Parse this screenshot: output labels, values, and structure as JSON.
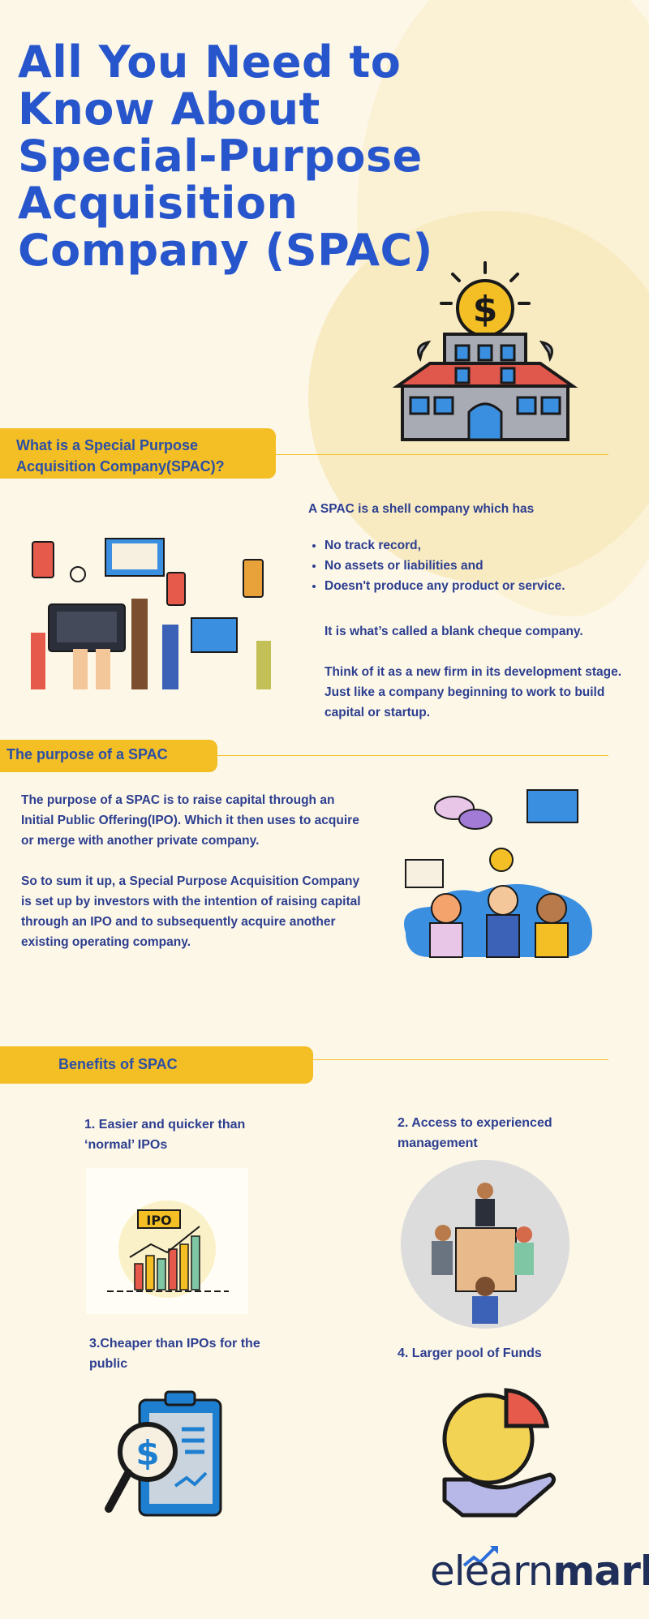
{
  "title": "All You Need to Know About Special-Purpose Acquisition Company (SPAC)",
  "sections": {
    "what": {
      "header": "What is a Special Purpose Acquisition Company(SPAC)?",
      "intro": "A SPAC is a shell company which has",
      "bullets": [
        "No track record,",
        "No assets or liabilities and",
        "Doesn't produce any product or service."
      ],
      "para1": "It is what’s called a blank cheque company.",
      "para2": "Think of it as a new firm in its development stage. Just like a company beginning to work to build capital or startup."
    },
    "purpose": {
      "header": "The purpose of a SPAC",
      "para1": "The purpose of a SPAC is to raise capital through an Initial Public Offering(IPO). Which it then uses to acquire or merge with another private company.",
      "para2": "So to sum it up, a Special Purpose Acquisition Company is set up by investors with the intention of raising capital through an IPO and to subsequently acquire another existing operating company."
    },
    "benefits": {
      "header": "Benefits of SPAC",
      "items": [
        "1. Easier and quicker than ‘normal’ IPOs",
        "2.  Access to experienced management",
        "3.Cheaper than IPOs for the public",
        "4. Larger pool of Funds"
      ],
      "ipo_sign": "IPO",
      "dollar_sign": "$"
    }
  },
  "brand": {
    "logo_prefix": "elearn",
    "logo_suffix": "markets"
  },
  "icons": [
    "bank-building-icon",
    "devices-hands-icon",
    "ideas-people-icon",
    "ipo-chart-icon",
    "meeting-icon",
    "dollar-clipboard-icon",
    "pie-chart-hand-icon",
    "growth-arrow-icon"
  ],
  "colors": {
    "title_blue": "#2756cc",
    "text_blue": "#2c3e8f",
    "header_yellow": "#f3bf25",
    "background": "#fdf7e8"
  }
}
